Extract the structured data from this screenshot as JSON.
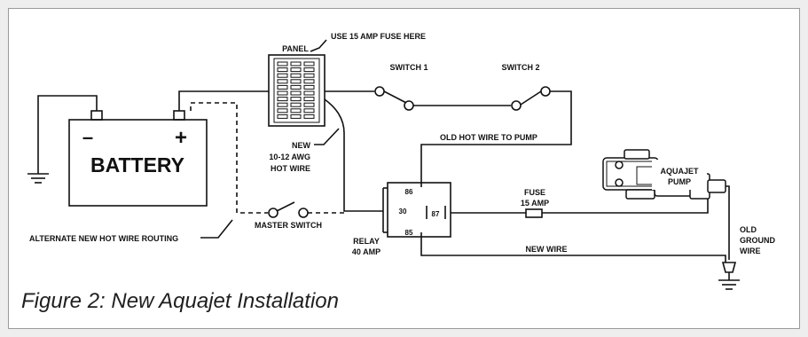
{
  "caption": "Figure 2: New Aquajet Installation",
  "labels": {
    "battery": "BATTERY",
    "battery_minus": "–",
    "battery_plus": "+",
    "panel": "PANEL",
    "fuse_note": "USE 15 AMP FUSE HERE",
    "switch1": "SWITCH 1",
    "switch2": "SWITCH 2",
    "new_wire_l1": "NEW",
    "new_wire_l2": "10-12 AWG",
    "new_wire_l3": "HOT WIRE",
    "old_hot_wire": "OLD HOT WIRE TO PUMP",
    "alternate_routing": "ALTERNATE NEW HOT WIRE ROUTING",
    "master_switch": "MASTER SWITCH",
    "relay_l1": "RELAY",
    "relay_l2": "40 AMP",
    "pin86": "86",
    "pin30": "30",
    "pin87": "87",
    "pin85": "85",
    "fuse_l1": "FUSE",
    "fuse_l2": "15 AMP",
    "pump_l1": "AQUAJET",
    "pump_l2": "PUMP",
    "new_wire": "NEW WIRE",
    "ground_l1": "OLD",
    "ground_l2": "GROUND",
    "ground_l3": "WIRE"
  },
  "colors": {
    "line": "#111111",
    "frame": "#9a9a9a",
    "background": "#eeeeee"
  }
}
